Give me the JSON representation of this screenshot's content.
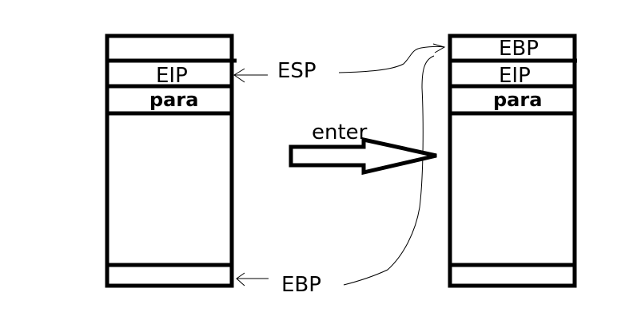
{
  "diagram": {
    "left_stack": {
      "slots": [
        "",
        "EIP",
        "para",
        "",
        ""
      ]
    },
    "right_stack": {
      "slots": [
        "EBP",
        "EIP",
        "para",
        "",
        ""
      ]
    },
    "pointers": {
      "esp": "ESP",
      "ebp": "EBP"
    },
    "transition_label": "enter",
    "colors": {
      "stroke": "#000000",
      "background": "#ffffff"
    }
  }
}
